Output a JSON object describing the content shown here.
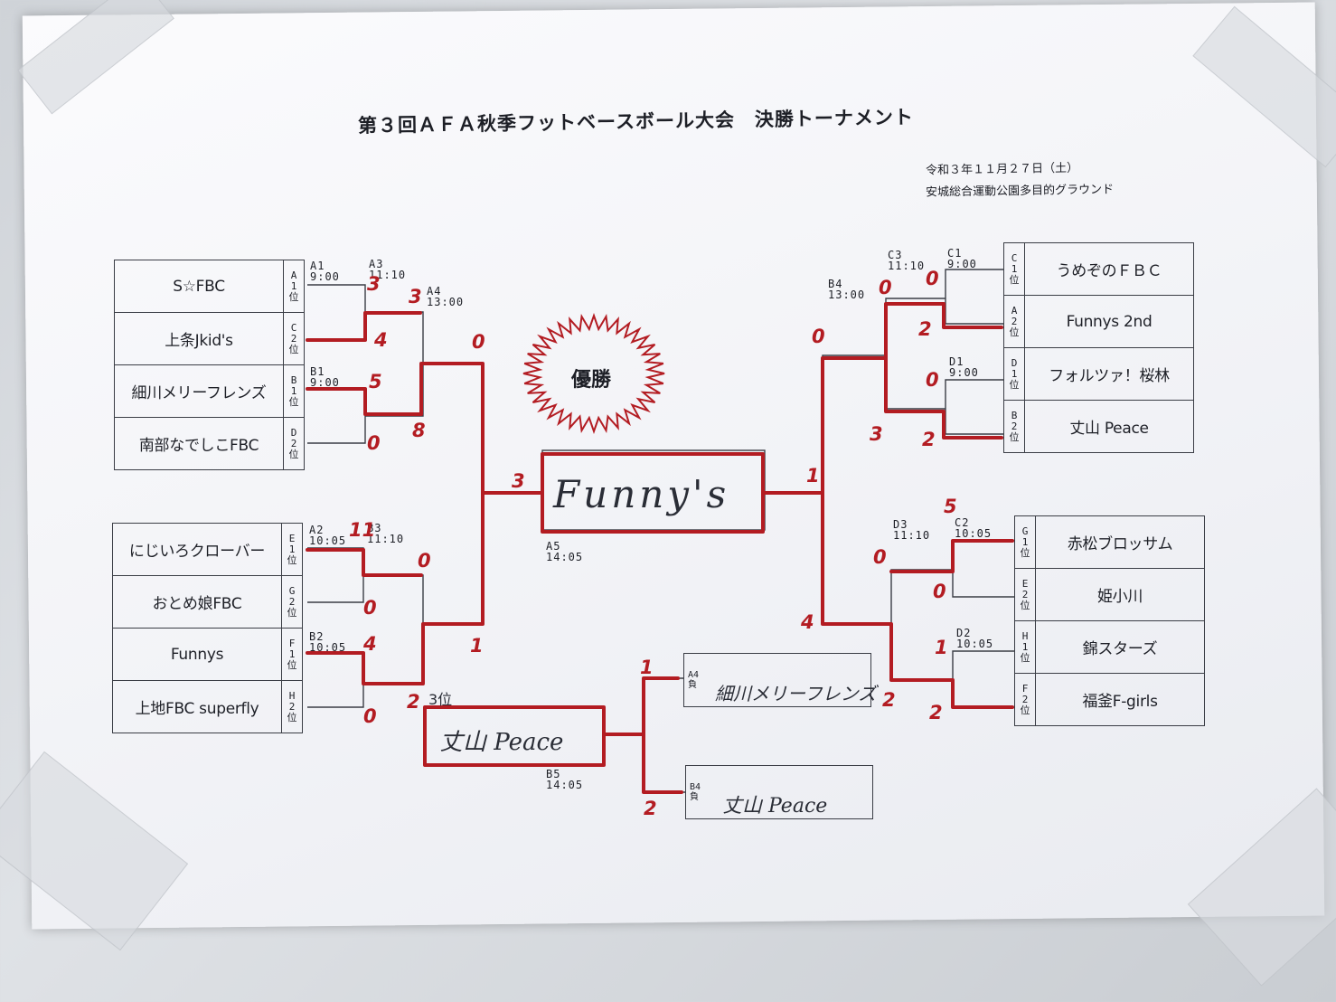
{
  "title": "第３回ＡＦＡ秋季フットベースボール大会　決勝トーナメント",
  "date": "令和３年１１月２７日（土）",
  "venue": "安城総合運動公園多目的グラウンド",
  "champion_label": "優勝",
  "champion": "Funny's",
  "third_place_label": "3位",
  "third_place_team": "丈山 Peace",
  "left_teams": [
    {
      "name": "S☆FBC",
      "seed": [
        "A",
        "1",
        "位"
      ]
    },
    {
      "name": "上条Jkid's",
      "seed": [
        "C",
        "2",
        "位"
      ]
    },
    {
      "name": "細川メリーフレンズ",
      "seed": [
        "B",
        "1",
        "位"
      ]
    },
    {
      "name": "南部なでしこFBC",
      "seed": [
        "D",
        "2",
        "位"
      ]
    },
    {
      "name": "にじいろクローバー",
      "seed": [
        "E",
        "1",
        "位"
      ]
    },
    {
      "name": "おとめ娘FBC",
      "seed": [
        "G",
        "2",
        "位"
      ]
    },
    {
      "name": "Funnys",
      "seed": [
        "F",
        "1",
        "位"
      ]
    },
    {
      "name": "上地FBC superfly",
      "seed": [
        "H",
        "2",
        "位"
      ]
    }
  ],
  "right_teams": [
    {
      "name": "うめぞのＦＢＣ",
      "seed": [
        "C",
        "1",
        "位"
      ]
    },
    {
      "name": "Funnys 2nd",
      "seed": [
        "A",
        "2",
        "位"
      ]
    },
    {
      "name": "フォルツァ！桜林",
      "seed": [
        "D",
        "1",
        "位"
      ]
    },
    {
      "name": "丈山 Peace",
      "seed": [
        "B",
        "2",
        "位"
      ]
    },
    {
      "name": "赤松ブロッサム",
      "seed": [
        "G",
        "1",
        "位"
      ]
    },
    {
      "name": "姫小川",
      "seed": [
        "E",
        "2",
        "位"
      ]
    },
    {
      "name": "錦スターズ",
      "seed": [
        "H",
        "1",
        "位"
      ]
    },
    {
      "name": "福釜F-girls",
      "seed": [
        "F",
        "2",
        "位"
      ]
    }
  ],
  "matches": {
    "A1": "A1\n9:00",
    "A3": "A3\n11:10",
    "A4": "A4\n13:00",
    "B1": "B1\n9:00",
    "A2": "A2\n10:05",
    "B3": "B3\n11:10",
    "B2": "B2\n10:05",
    "A5": "A5\n14:05",
    "B5": "B5\n14:05",
    "C3": "C3\n11:10",
    "C1": "C1\n9:00",
    "B4": "B4\n13:00",
    "D1": "D1\n9:00",
    "D3": "D3\n11:10",
    "C2": "C2\n10:05",
    "D2": "D2\n10:05"
  },
  "third_place_entries": [
    {
      "mark": "A4\n負",
      "team": "細川メリーフレンズ"
    },
    {
      "mark": "B4\n負",
      "team": "丈山 Peace"
    }
  ],
  "scores": {
    "a1_top": "3",
    "a1_bot": "4",
    "b1_top": "5",
    "b1_bot": "0",
    "a3_top": "3",
    "a3_bot": "8",
    "a4_top": "0",
    "a5_left": "3",
    "a2_top": "11",
    "a2_bot": "0",
    "b3_top": "0",
    "b2_top": "4",
    "b2_bot": "0",
    "b3_bot": "1",
    "b3_low": "2",
    "c1_top": "0",
    "c1_bot": "2",
    "d1_top": "0",
    "d1_bot": "2",
    "c3_top": "0",
    "c3_bot": "3",
    "b4_top": "0",
    "a5_right": "1",
    "c2_top": "5",
    "c2_bot": "0",
    "d3_top": "0",
    "d2_top": "1",
    "d2_bot": "2",
    "d3_bot": "2",
    "b4_bot": "4",
    "t1": "1",
    "t2": "2"
  }
}
